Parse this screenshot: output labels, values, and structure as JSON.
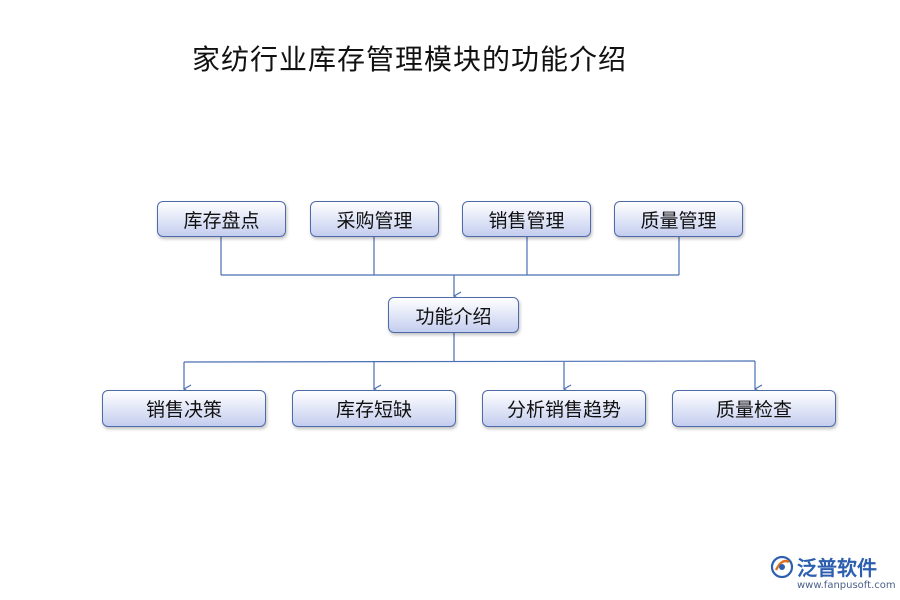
{
  "title": "家纺行业库存管理模块的功能介绍",
  "top_nodes": [
    "库存盘点",
    "采购管理",
    "销售管理",
    "质量管理"
  ],
  "center_node": "功能介绍",
  "bottom_nodes": [
    "销售决策",
    "库存短缺",
    "分析销售趋势",
    "质量检查"
  ],
  "logo": {
    "name": "泛普软件",
    "url": "www.fanpusoft.com"
  },
  "colors": {
    "node_border": "#4f6aa8",
    "node_fill_top": "#ffffff",
    "node_fill_bottom": "#c4cdef",
    "connector": "#4a6fb5",
    "logo": "#2d5fb0"
  }
}
